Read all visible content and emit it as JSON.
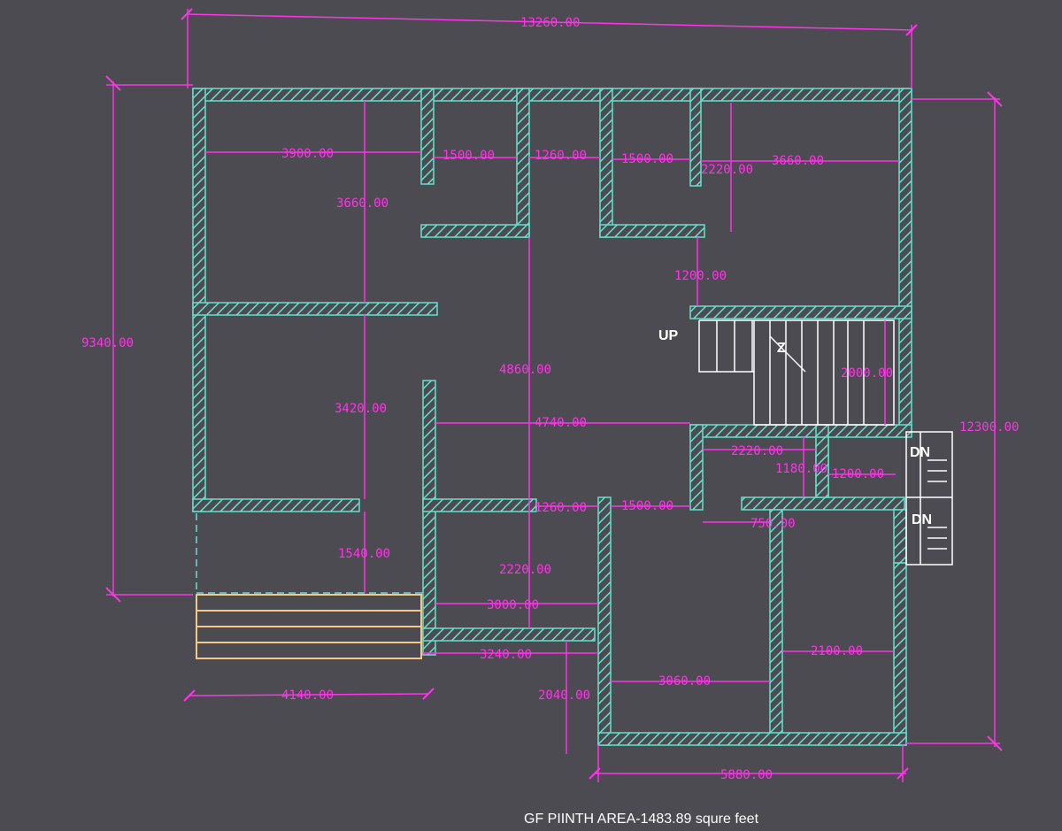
{
  "drawing": {
    "colors": {
      "background": "#4d4b52",
      "dimension": "#ff33e8",
      "wall": "#66e0cc",
      "stair": "#ffffff",
      "step": "#f5c88a",
      "caption": "#ffffff"
    },
    "labels": {
      "up": "UP",
      "dn_upper": "DN",
      "dn_lower": "DN",
      "arrow": "Z"
    },
    "caption": "GF PIINTH AREA-1483.89 squre feet"
  },
  "dimensions": {
    "overall_width": "13260.00",
    "overall_depth_left": "9340.00",
    "overall_depth_right": "12300.00",
    "room_width_1": "3900.00",
    "room_width_2": "1500.00",
    "room_width_3": "1260.00",
    "room_width_4": "1500.00",
    "room_width_5": "2220.00",
    "room_width_6": "3660.00",
    "room_depth_1": "3660.00",
    "room_depth_2": "3420.00",
    "room_depth_3": "1540.00",
    "passage_depth": "4860.00",
    "landing_gap": "1200.00",
    "stair_run": "2000.00",
    "hall_width": "4740.00",
    "store_width": "2220.00",
    "store_depth": "1180.00",
    "toilet_width": "1200.00",
    "door_gap_1": "1260.00",
    "door_gap_2": "1500.00",
    "door_gap_3": "750.00",
    "kitchen_depth": "2220.00",
    "kitchen_width": "3000.00",
    "sitout_width": "3240.00",
    "rear_depth": "2040.00",
    "rear_width": "3060.00",
    "wc_width": "2100.00",
    "steps_width": "4140.00",
    "rear_total_width": "5880.00"
  }
}
